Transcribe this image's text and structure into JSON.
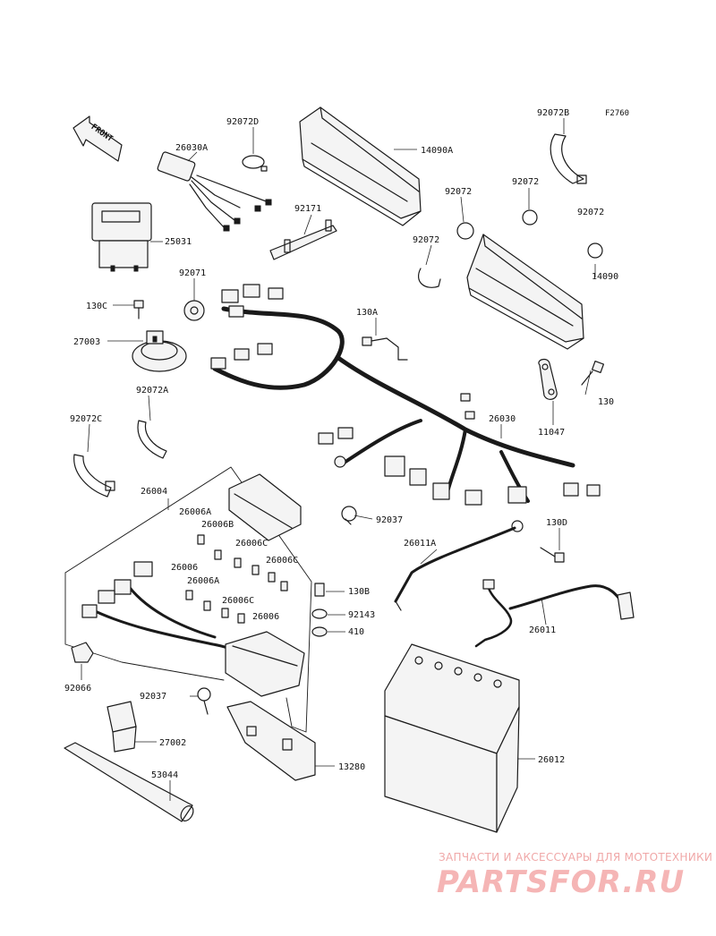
{
  "diagram": {
    "figure_code": "F2760",
    "front_label": "FRONT",
    "part_labels": [
      {
        "id": "p1",
        "text": "92072D"
      },
      {
        "id": "p2",
        "text": "26030A"
      },
      {
        "id": "p3",
        "text": "14090A"
      },
      {
        "id": "p4",
        "text": "92072B"
      },
      {
        "id": "p5",
        "text": "92072"
      },
      {
        "id": "p6",
        "text": "92072"
      },
      {
        "id": "p7",
        "text": "92072"
      },
      {
        "id": "p8",
        "text": "92072"
      },
      {
        "id": "p9",
        "text": "92171"
      },
      {
        "id": "p10",
        "text": "25031"
      },
      {
        "id": "p11",
        "text": "14090"
      },
      {
        "id": "p12",
        "text": "92071"
      },
      {
        "id": "p13",
        "text": "130C"
      },
      {
        "id": "p14",
        "text": "130A"
      },
      {
        "id": "p15",
        "text": "27003"
      },
      {
        "id": "p16",
        "text": "130"
      },
      {
        "id": "p17",
        "text": "92072A"
      },
      {
        "id": "p18",
        "text": "11047"
      },
      {
        "id": "p19",
        "text": "92072C"
      },
      {
        "id": "p20",
        "text": "26030"
      },
      {
        "id": "p21",
        "text": "26004"
      },
      {
        "id": "p22",
        "text": "92037"
      },
      {
        "id": "p23",
        "text": "26006A"
      },
      {
        "id": "p24",
        "text": "26006B"
      },
      {
        "id": "p25",
        "text": "130D"
      },
      {
        "id": "p26",
        "text": "26006C"
      },
      {
        "id": "p27",
        "text": "26011A"
      },
      {
        "id": "p28",
        "text": "26006"
      },
      {
        "id": "p29",
        "text": "26006C"
      },
      {
        "id": "p30",
        "text": "26006A"
      },
      {
        "id": "p31",
        "text": "130B"
      },
      {
        "id": "p32",
        "text": "26006C"
      },
      {
        "id": "p33",
        "text": "92143"
      },
      {
        "id": "p34",
        "text": "26011"
      },
      {
        "id": "p35",
        "text": "26006"
      },
      {
        "id": "p36",
        "text": "410"
      },
      {
        "id": "p37",
        "text": "92066"
      },
      {
        "id": "p38",
        "text": "92037"
      },
      {
        "id": "p39",
        "text": "27002"
      },
      {
        "id": "p40",
        "text": "26012"
      },
      {
        "id": "p41",
        "text": "13280"
      },
      {
        "id": "p42",
        "text": "53044"
      }
    ]
  },
  "watermark": {
    "tagline": "ЗАПЧАСТИ И АКСЕССУАРЫ ДЛЯ МОТОТЕХНИКИ",
    "site": "PARTSFOR.RU",
    "color": "#f5b5b5"
  }
}
